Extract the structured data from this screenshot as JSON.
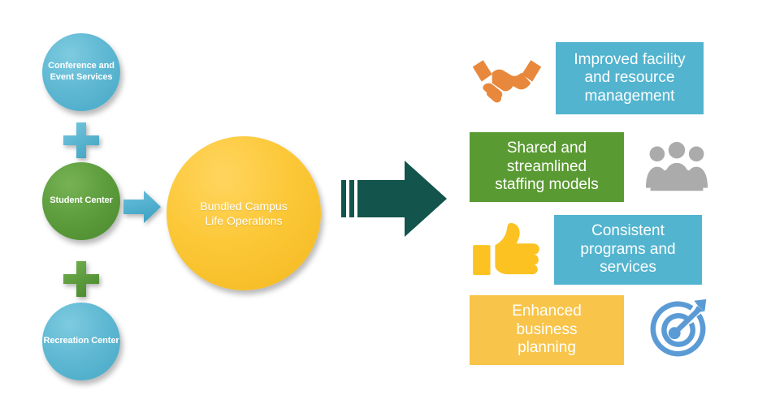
{
  "diagram": {
    "title": "Bundled Campus Life Operations",
    "inputs": [
      {
        "label": "Conference and Event Services",
        "color": "#5BB8D4",
        "shape": "circle"
      },
      {
        "label": "Student Center",
        "color": "#5E9E3E",
        "shape": "circle"
      },
      {
        "label": "Recreation Center",
        "color": "#5BB8D4",
        "shape": "circle"
      }
    ],
    "operators": [
      {
        "symbol": "+",
        "name": "plus-blue",
        "color": "#5BB8D4"
      },
      {
        "symbol": "+",
        "name": "plus-green",
        "color": "#5E9E3E"
      }
    ],
    "connector_arrow": {
      "name": "small-arrow-right",
      "color": "#4FAFD0"
    },
    "result_arrow": {
      "name": "big-arrow-right",
      "color": "#13544C"
    },
    "center": {
      "line1": "Bundled Campus",
      "line2": "Life Operations",
      "color": "#FCC838"
    },
    "benefits": [
      {
        "line1": "Improved facility",
        "line2": "and resource",
        "line3": "management",
        "panel_color": "#52B4CF",
        "icon": "handshake-icon",
        "icon_color": "#E8883C",
        "icon_side": "left"
      },
      {
        "line1": "Shared and",
        "line2": "streamlined",
        "line3": "staffing models",
        "panel_color": "#5A9A33",
        "icon": "people-group-icon",
        "icon_color": "#ABABAB",
        "icon_side": "right"
      },
      {
        "line1": "Consistent",
        "line2": "programs and",
        "line3": "services",
        "panel_color": "#52B4CF",
        "icon": "thumbs-up-icon",
        "icon_color": "#FBC222",
        "icon_side": "left"
      },
      {
        "line1": "Enhanced",
        "line2": "business",
        "line3": "planning",
        "panel_color": "#F8C449",
        "icon": "target-dartboard-icon",
        "icon_color": "#5B9BD5",
        "icon_side": "right"
      }
    ]
  }
}
